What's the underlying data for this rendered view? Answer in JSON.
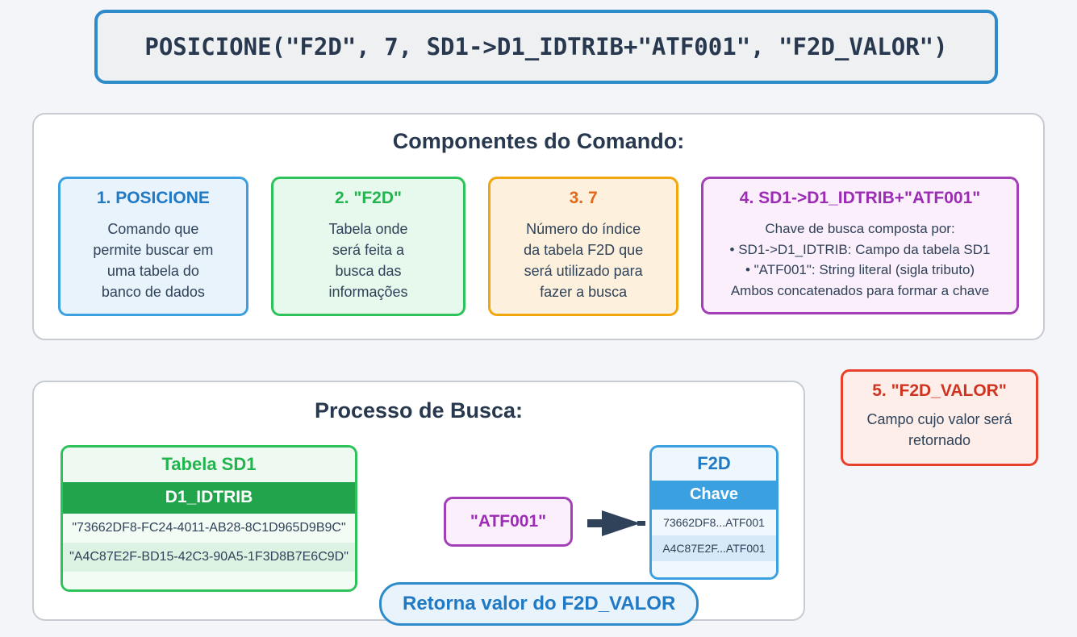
{
  "page": {
    "background_color": "#f4f5f9"
  },
  "code_banner": {
    "command": "POSICIONE(\"F2D\", 7, SD1->D1_IDTRIB+\"ATF001\", \"F2D_VALOR\")",
    "border_color": "#2e8bc9",
    "background_color": "#eef0f2"
  },
  "components_section": {
    "title": "Componentes do Comando:",
    "cards": [
      {
        "head": "1. POSICIONE",
        "lines": [
          "Comando que",
          "permite buscar em",
          "uma tabela do",
          "banco de dados"
        ],
        "accent": "#3aa0e0",
        "head_color": "#2079c4",
        "background": "#e8f3fc"
      },
      {
        "head": "2. \"F2D\"",
        "lines": [
          "Tabela onde",
          "será feita a",
          "busca das",
          "informações"
        ],
        "accent": "#2ec25a",
        "head_color": "#23b34f",
        "background": "#e7f8ec"
      },
      {
        "head": "3. 7",
        "lines": [
          "Número do índice",
          "da tabela F2D que",
          "será utilizado para",
          "fazer a busca"
        ],
        "accent": "#f2a60e",
        "head_color": "#e2691a",
        "background": "#fdf1dd"
      },
      {
        "head": "4. SD1->D1_IDTRIB+\"ATF001\"",
        "lines": [
          "Chave de busca composta por:",
          "• SD1->D1_IDTRIB: Campo da tabela SD1",
          "• \"ATF001\": String literal (sigla tributo)",
          "Ambos concatenados para formar a chave"
        ],
        "accent": "#a340b8",
        "head_color": "#9c2bb5",
        "background": "#fbeffb"
      }
    ]
  },
  "card_five": {
    "head": "5. \"F2D_VALOR\"",
    "lines": [
      "Campo cujo valor",
      "será retornado"
    ],
    "accent": "#e8402a",
    "head_color": "#cf3421",
    "background": "#fdeeea"
  },
  "process_section": {
    "title": "Processo de Busca:",
    "sd1_table": {
      "title": "Tabela SD1",
      "column_header": "D1_IDTRIB",
      "rows": [
        "\"73662DF8-FC24-4011-AB28-8C1D965D9B9C\"",
        "\"A4C87E2F-BD15-42C3-90A5-1F3D8B7E6C9D\""
      ],
      "accent": "#2ec25a"
    },
    "key_chip": {
      "label": "\"ATF001\"",
      "accent": "#a340b8"
    },
    "arrow": {
      "icon": "arrow-right-icon",
      "color": "#2f4259"
    },
    "f2d_table": {
      "title": "F2D",
      "column_header": "Chave",
      "rows": [
        "73662DF8...ATF001",
        "A4C87E2F...ATF001"
      ],
      "accent": "#3aa0e0"
    },
    "return_pill": {
      "label": "Retorna valor do F2D_VALOR",
      "accent": "#2e8bc9"
    }
  }
}
